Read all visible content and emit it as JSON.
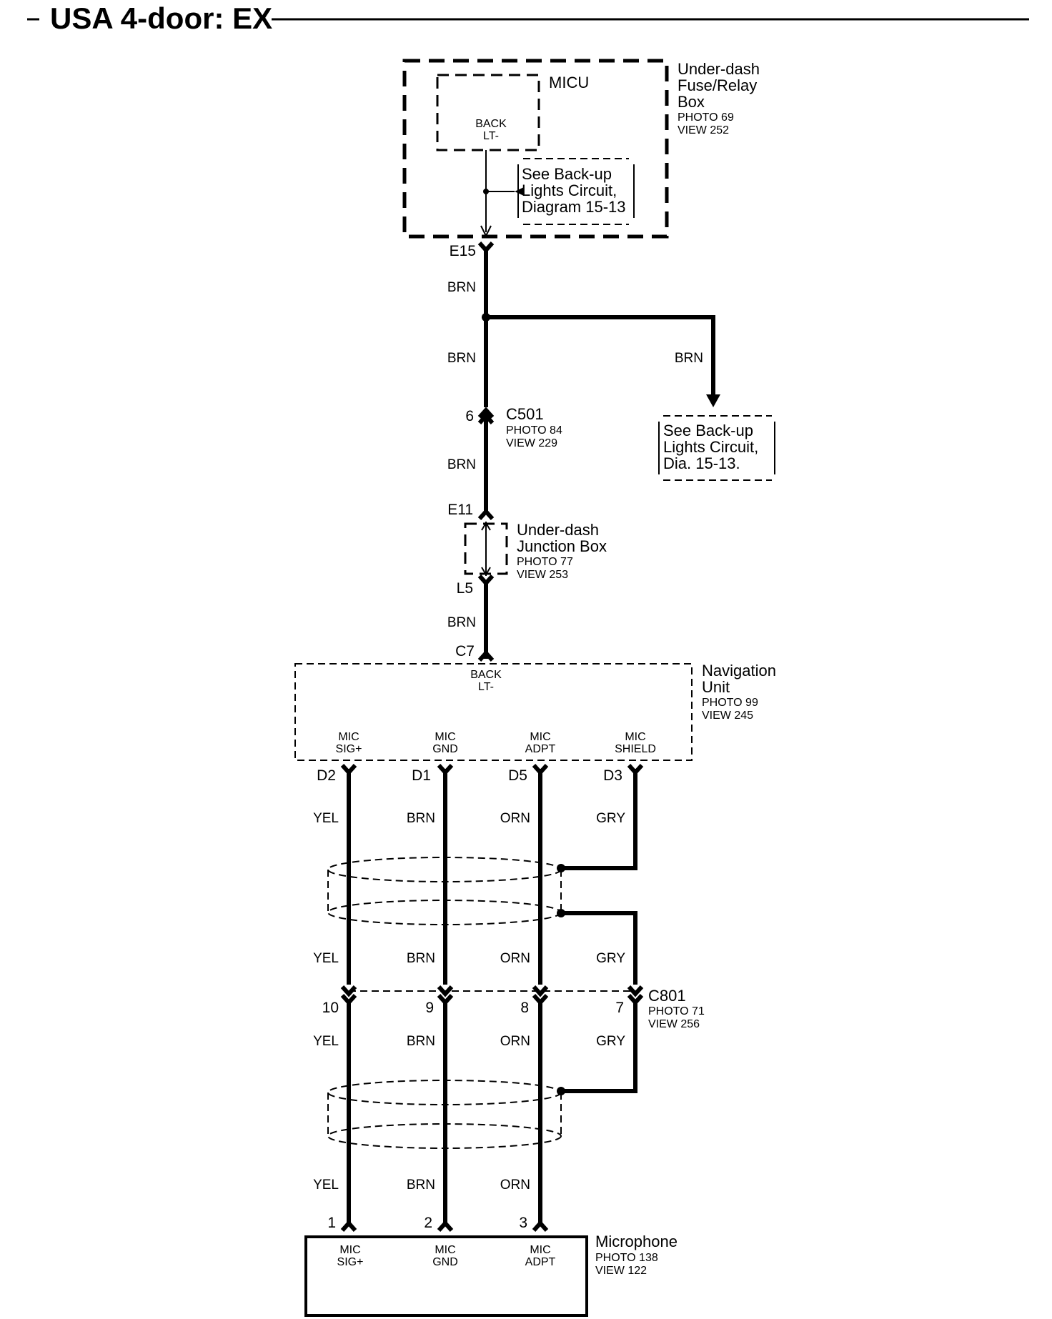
{
  "title": "USA 4-door: EX",
  "fuse_box": {
    "name_lines": [
      "Under-dash",
      "Fuse/Relay",
      "Box"
    ],
    "photo": "PHOTO 69",
    "view": "VIEW 252",
    "micu_label": "MICU",
    "micu_pin_lines": [
      "BACK",
      "LT-"
    ],
    "see_note_lines": [
      "See  Back-up",
      "Lights Circuit,",
      "Diagram 15-13"
    ],
    "terminal": "E15"
  },
  "main_wire": {
    "color_1": "BRN",
    "color_2": "BRN",
    "branch_color": "BRN",
    "color_3": "BRN",
    "color_4": "BRN"
  },
  "branch_note_lines": [
    "See  Back-up",
    "Lights Circuit,",
    "Dia. 15-13."
  ],
  "c501": {
    "pin": "6",
    "name": "C501",
    "photo": "PHOTO 84",
    "view": "VIEW 229"
  },
  "junction_box": {
    "top_terminal": "E11",
    "bottom_terminal": "L5",
    "name_lines": [
      "Under-dash",
      "Junction Box"
    ],
    "photo": "PHOTO 77",
    "view": "VIEW 253"
  },
  "nav_unit": {
    "input_terminal": "C7",
    "pin_label_lines": [
      "BACK",
      "LT-"
    ],
    "name_lines": [
      "Navigation",
      "Unit"
    ],
    "photo": "PHOTO 99",
    "view": "VIEW 245",
    "outputs": [
      {
        "label_lines": [
          "MIC",
          "SIG+"
        ],
        "terminal": "D2"
      },
      {
        "label_lines": [
          "MIC",
          "GND"
        ],
        "terminal": "D1"
      },
      {
        "label_lines": [
          "MIC",
          "ADPT"
        ],
        "terminal": "D5"
      },
      {
        "label_lines": [
          "MIC",
          "SHIELD"
        ],
        "terminal": "D3"
      }
    ]
  },
  "wire_colors": {
    "upper": [
      "YEL",
      "BRN",
      "ORN",
      "GRY"
    ],
    "between": [
      "YEL",
      "BRN",
      "ORN",
      "GRY"
    ],
    "below_c801": [
      "YEL",
      "BRN",
      "ORN",
      "GRY"
    ],
    "lower": [
      "YEL",
      "BRN",
      "ORN"
    ]
  },
  "c801": {
    "pins": [
      "10",
      "9",
      "8",
      "7"
    ],
    "name": "C801",
    "photo": "PHOTO 71",
    "view": "VIEW 256"
  },
  "microphone": {
    "pins": [
      "1",
      "2",
      "3"
    ],
    "pin_labels": [
      [
        "MIC",
        "SIG+"
      ],
      [
        "MIC",
        "GND"
      ],
      [
        "MIC",
        "ADPT"
      ]
    ],
    "name": "Microphone",
    "photo": "PHOTO 138",
    "view": "VIEW 122"
  }
}
